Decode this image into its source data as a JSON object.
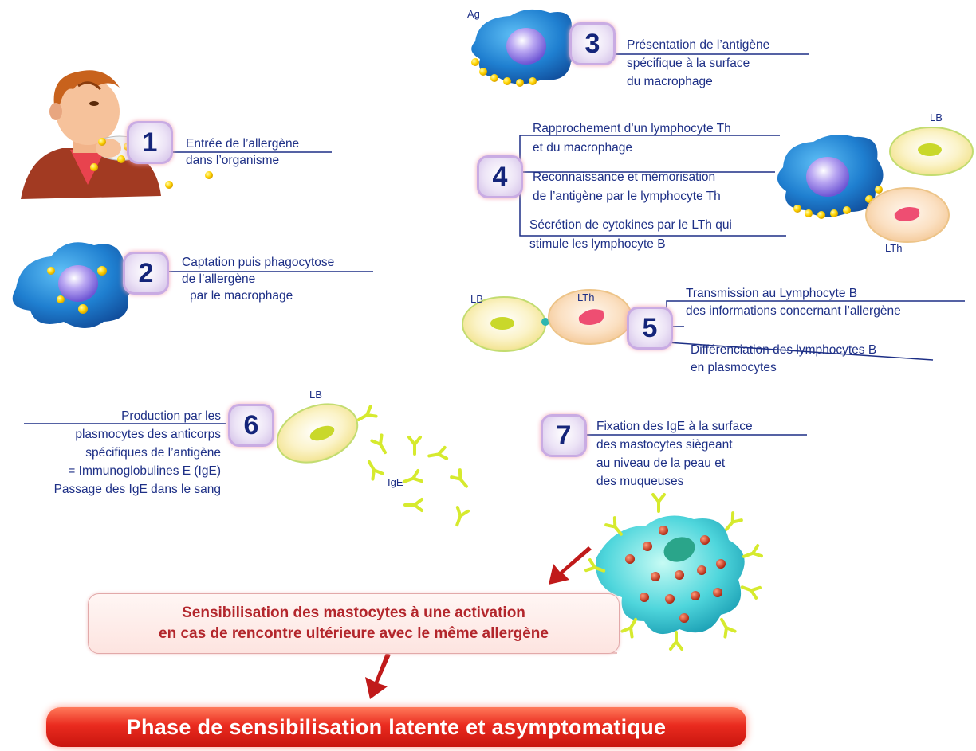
{
  "steps": [
    {
      "number": "1",
      "lines": [
        "Entrée de l’allergène",
        "dans l’organisme"
      ]
    },
    {
      "number": "2",
      "lines": [
        "Captation puis phagocytose",
        "de l’allergène",
        "par le macrophage"
      ]
    },
    {
      "number": "3",
      "lines": [
        "Présentation de l’antigène",
        "spécifique à la surface",
        "du macrophage"
      ]
    },
    {
      "number": "4",
      "lines": [
        "Rapprochement d’un lymphocyte Th",
        "et du macrophage",
        "Reconnaissance et mémorisation",
        "de l’antigène par le lymphocyte Th",
        "Sécrétion de cytokines par le LTh qui",
        "stimule les lymphocyte B"
      ]
    },
    {
      "number": "5",
      "lines": [
        "Transmission au Lymphocyte B",
        "des informations concernant l’allergène",
        "Différenciation des lymphocytes B",
        "en plasmocytes"
      ]
    },
    {
      "number": "6",
      "lines": [
        "Production par les",
        "plasmocytes des anticorps",
        "spécifiques de l’antigène",
        "= Immunoglobulines E (IgE)",
        "Passage des IgE dans le sang"
      ]
    },
    {
      "number": "7",
      "lines": [
        "Fixation des IgE à la surface",
        "des mastocytes siègeant",
        "au niveau de la peau et",
        "des muqueuses"
      ]
    }
  ],
  "labels": {
    "ag": "Ag",
    "lb": "LB",
    "lth": "LTh",
    "ige": "IgE"
  },
  "summary": [
    "Sensibilisation des mastocytes à une activation",
    "en cas de rencontre ultérieure avec le même allergène"
  ],
  "conclusion": "Phase de sensibilisation latente et asymptomatique",
  "colors": {
    "text": "#1d2f86",
    "summary_text": "#b3262c",
    "banner": "#e2291e",
    "macrophage": "#1f7fd0",
    "antigen": "#ffd400"
  }
}
